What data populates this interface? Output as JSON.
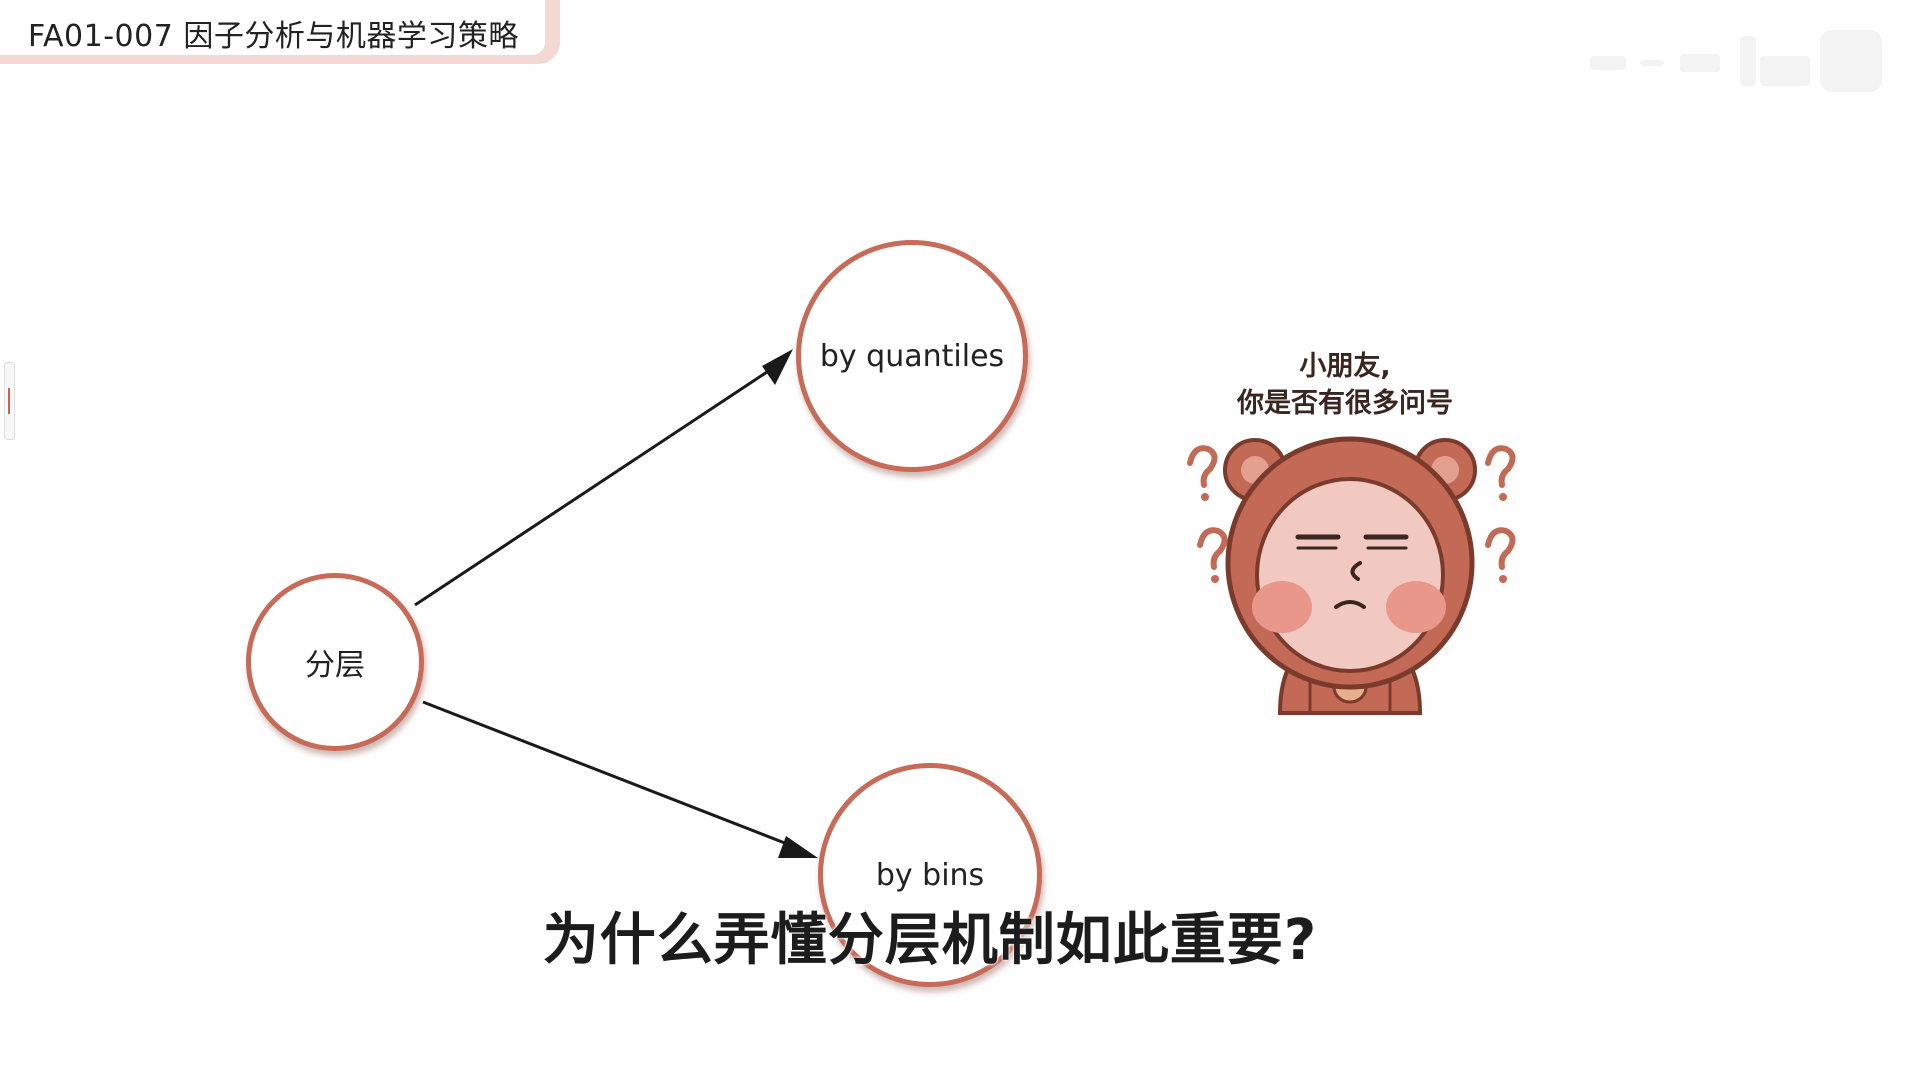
{
  "header": {
    "title": "FA01-007 因子分析与机器学习策略"
  },
  "diagram": {
    "nodes": {
      "root": "分层",
      "quantiles": "by quantiles",
      "bins": "by bins"
    },
    "edges": [
      {
        "from": "分层",
        "to": "by quantiles"
      },
      {
        "from": "分层",
        "to": "by bins"
      }
    ],
    "colors": {
      "node_border": "#c76a57",
      "edge": "#1a1a1a"
    }
  },
  "sticker": {
    "caption_line1": "小朋友,",
    "caption_line2": "你是否有很多问号",
    "icon": "confused-bear-icon",
    "colors": {
      "hood": "#c26a55",
      "face": "#f2c9c0",
      "cheek": "#e8978a"
    }
  },
  "subtitle": "为什么弄懂分层机制如此重要?"
}
